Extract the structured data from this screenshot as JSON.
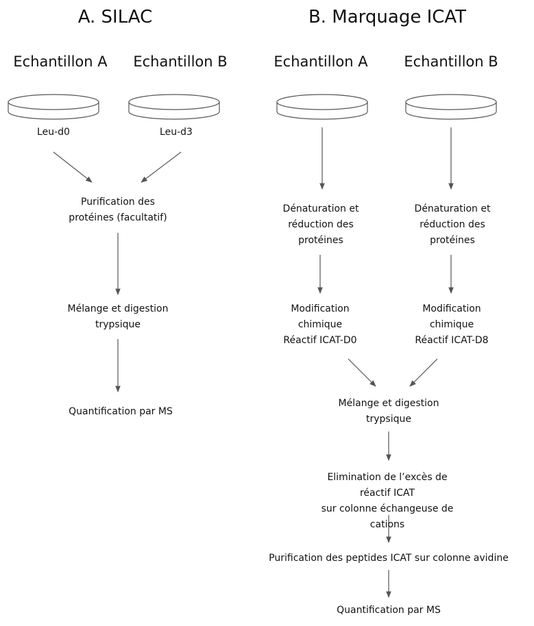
{
  "panel_a": {
    "title": "A. SILAC",
    "sample_a": "Echantillon A",
    "sample_b": "Echantillon B",
    "label_a": "Leu-d0",
    "label_b": "Leu-d3",
    "step_purification": "Purification des\nprotéines (facultatif)",
    "step_mix": "Mélange et digestion\ntrypsique",
    "step_quant": "Quantification par MS"
  },
  "panel_b": {
    "title": "B. Marquage ICAT",
    "sample_a": "Echantillon A",
    "sample_b": "Echantillon B",
    "denat_a": "Dénaturation et\nréduction des\nprotéines",
    "denat_b": "Dénaturation et\nréduction des\nprotéines",
    "modif_a": "Modification\nchimique\nRéactif ICAT-D0",
    "modif_b": "Modification\nchimique\nRéactif ICAT-D8",
    "step_mix": "Mélange et digestion\ntrypsique",
    "step_elim": "Elimination de l’excès de réactif ICAT\nsur colonne échangeuse de cations",
    "step_purif": "Purification des peptides ICAT sur colonne avidine",
    "step_quant": "Quantification par MS"
  }
}
